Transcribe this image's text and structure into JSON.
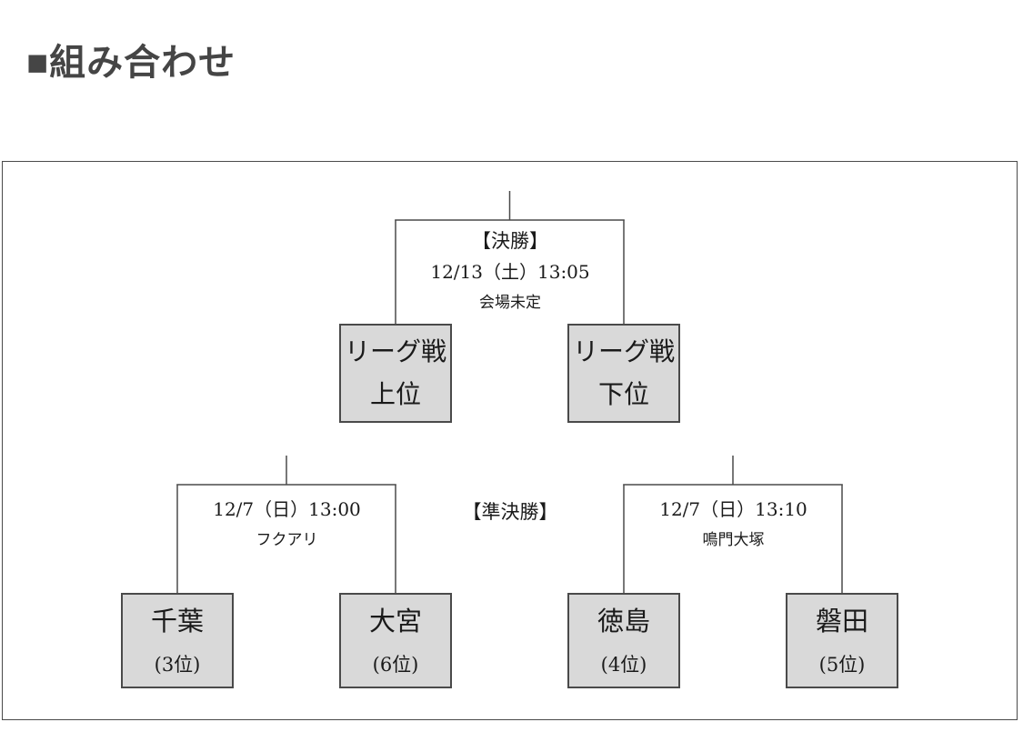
{
  "page": {
    "title": "■組み合わせ"
  },
  "bracket": {
    "final": {
      "round_label": "【決勝】",
      "datetime": "12/13（土）13:05",
      "venue": "会場未定",
      "slots": [
        {
          "line1": "リーグ戦",
          "line2": "上位"
        },
        {
          "line1": "リーグ戦",
          "line2": "下位"
        }
      ]
    },
    "semifinal_label": "【準決勝】",
    "semifinals": [
      {
        "datetime": "12/7（日）13:00",
        "venue": "フクアリ",
        "teams": [
          {
            "name": "千葉",
            "seed": "(3位)"
          },
          {
            "name": "大宮",
            "seed": "(6位)"
          }
        ]
      },
      {
        "datetime": "12/7（日）13:10",
        "venue": "鳴門大塚",
        "teams": [
          {
            "name": "徳島",
            "seed": "(4位)"
          },
          {
            "name": "磐田",
            "seed": "(5位)"
          }
        ]
      }
    ],
    "colors": {
      "box_fill": "#d9d9d9",
      "box_border": "#4a4a4a",
      "line": "#4a4a4a",
      "title_color": "#454545"
    }
  }
}
